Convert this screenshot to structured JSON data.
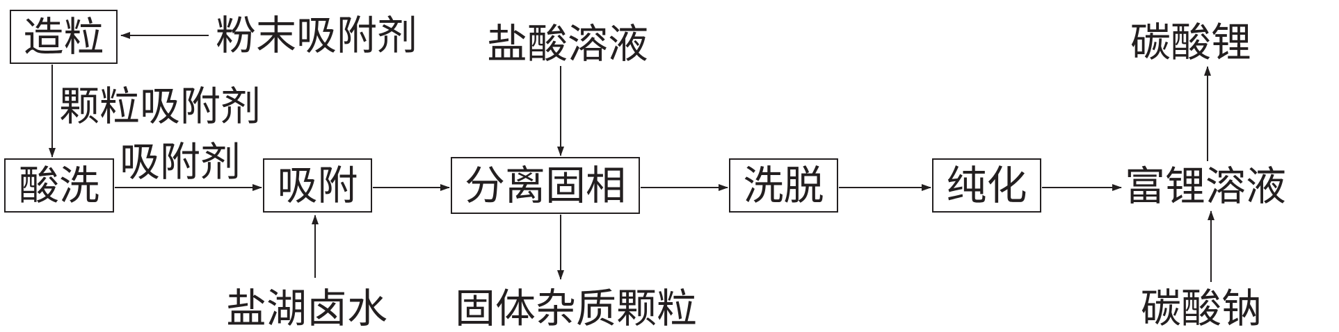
{
  "nodes": {
    "granulation": "造粒",
    "acid_wash": "酸洗",
    "adsorption": "吸附",
    "separation": "分离固相",
    "elution": "洗脱",
    "purification": "纯化",
    "lithium_solution": "富锂溶液"
  },
  "labels": {
    "powder_adsorbent": "粉末吸附剂",
    "granular_adsorbent": "颗粒吸附剂",
    "adsorbent": "吸附剂",
    "salt_lake_brine": "盐湖卤水",
    "hydrochloric_acid": "盐酸溶液",
    "solid_impurity": "固体杂质颗粒",
    "lithium_carbonate": "碳酸锂",
    "sodium_carbonate": "碳酸钠"
  },
  "colors": {
    "line": "#231f20",
    "text": "#231f20",
    "background": "#ffffff"
  }
}
